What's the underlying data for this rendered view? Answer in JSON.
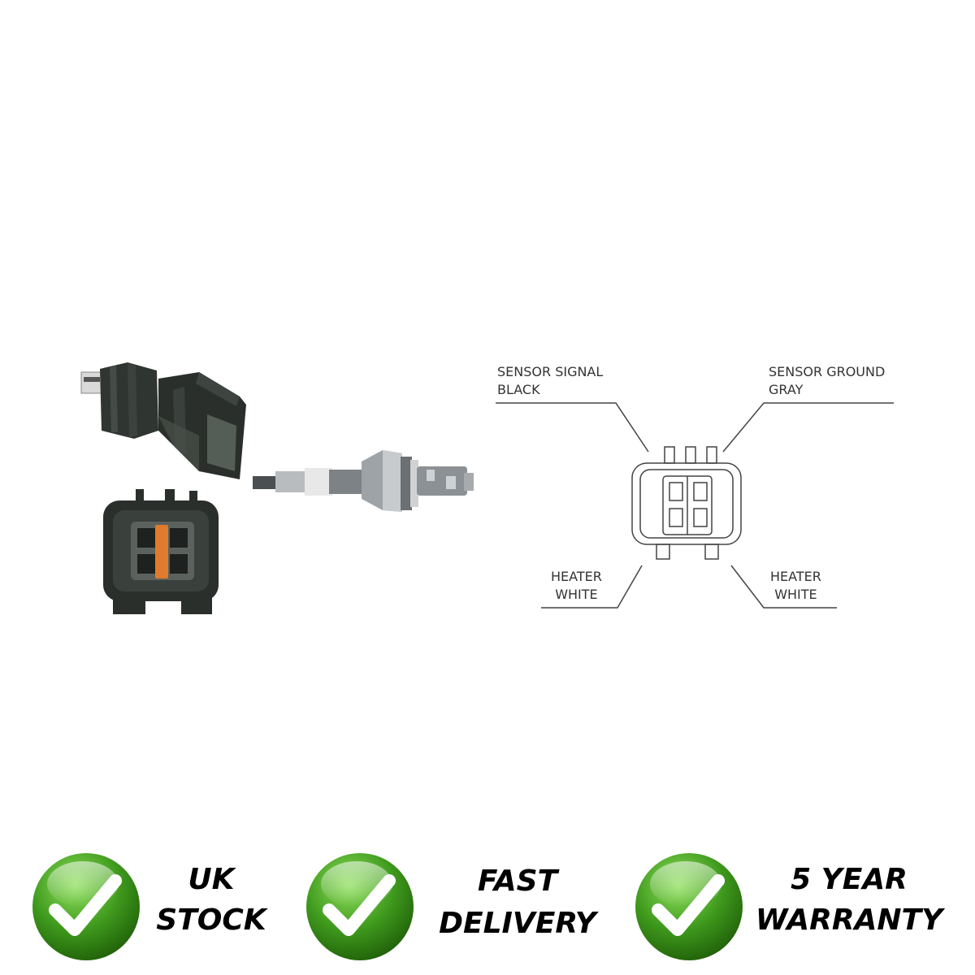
{
  "diagram": {
    "labels": {
      "sensor_signal": [
        "SENSOR SIGNAL",
        "BLACK"
      ],
      "sensor_ground": [
        "SENSOR GROUND",
        "GRAY"
      ],
      "heater_left": [
        "HEATER",
        "WHITE"
      ],
      "heater_right": [
        "HEATER",
        "WHITE"
      ]
    }
  },
  "badges": [
    {
      "line1": "UK",
      "line2": "STOCK",
      "icon": "checkmark-icon"
    },
    {
      "line1": "FAST",
      "line2": "DELIVERY",
      "icon": "checkmark-icon"
    },
    {
      "line1": "5 YEAR",
      "line2": "WARRANTY",
      "icon": "checkmark-icon"
    }
  ],
  "colors": {
    "badge_green": "#3f9a1d",
    "badge_green_dark": "#1f5e08",
    "connector_body": "#2b2f2c",
    "connector_pin_insert": "#e07a2e"
  }
}
